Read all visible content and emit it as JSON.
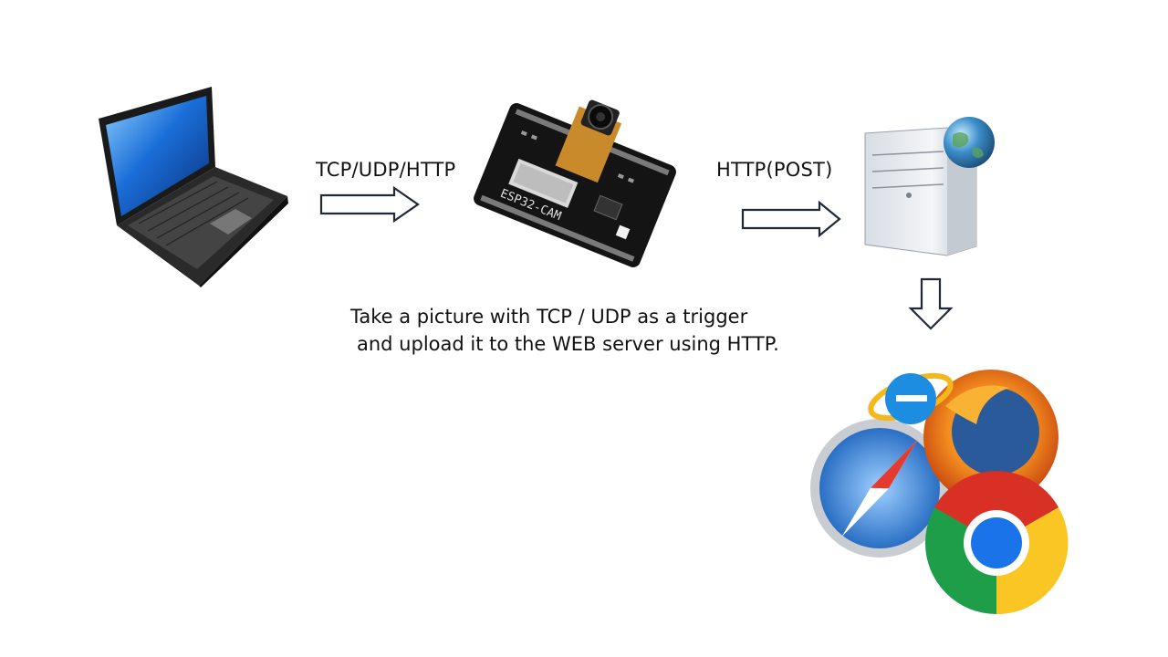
{
  "protocol_left": "TCP/UDP/HTTP",
  "protocol_right": "HTTP(POST)",
  "board_marking": "ESP32-CAM",
  "caption": {
    "line1": "Take a picture with TCP / UDP as a trigger",
    "line2": "and upload it to the WEB server using HTTP."
  },
  "icons": {
    "client": "laptop-icon",
    "device": "esp32-cam-board-icon",
    "server": "web-server-icon",
    "browsers": "browser-logos-icon"
  },
  "colors": {
    "arrow_outline": "#1f2a36",
    "screen_blue": "#1a6ed8",
    "chrome_red": "#d93025",
    "chrome_yellow": "#f9c623",
    "chrome_green": "#1e9e48",
    "chrome_blue": "#1a73e8",
    "firefox_orange": "#f28a1e",
    "safari_blue": "#3a86d6"
  }
}
